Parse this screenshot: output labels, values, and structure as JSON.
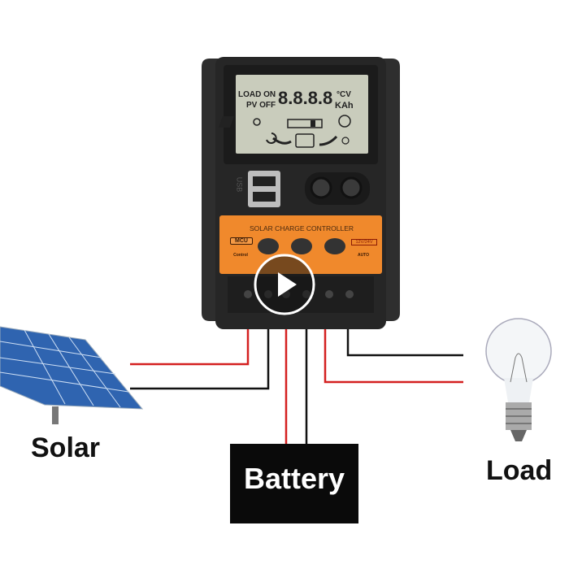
{
  "labels": {
    "solar": "Solar",
    "battery": "Battery",
    "load": "Load"
  },
  "controller": {
    "panel_title": "SOLAR CHARGE CONTROLLER",
    "lcd": {
      "load_on": "LOAD ON",
      "pv_off": "PV OFF",
      "digits": "8.8.8.8",
      "unit_top": "°CV",
      "unit_bottom": "KAh"
    },
    "mcu": "MCU",
    "mcu_sub": "Control",
    "voltage": "12V/24V",
    "auto": "AUTO",
    "usb": "USB"
  },
  "colors": {
    "body": "#262626",
    "panel": "#f0892c",
    "lcd": "#c9ccbc",
    "wire_red": "#d42020",
    "wire_black": "#111111"
  },
  "video": {
    "icon": "play-icon"
  }
}
